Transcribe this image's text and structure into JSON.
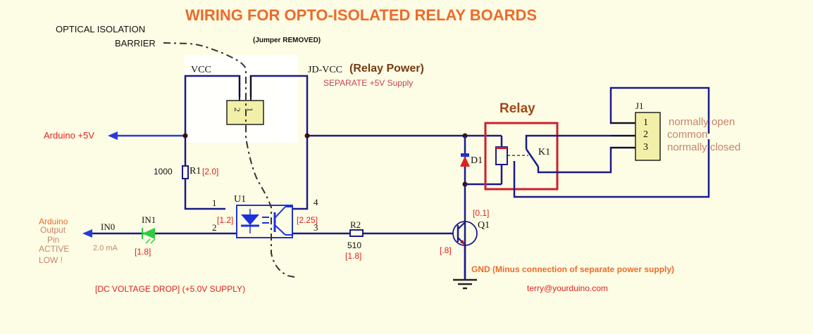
{
  "title": "WIRING FOR OPTO-ISOLATED RELAY BOARDS",
  "barrier": {
    "line1": "OPTICAL  ISOLATION",
    "line2": "BARRIER"
  },
  "jumper": {
    "note": "(Jumper REMOVED)",
    "pin2": "2",
    "pin1": "1"
  },
  "power": {
    "vcc": "VCC",
    "jdvcc": "JD-VCC",
    "relay_power": "(Relay Power)",
    "separate": "SEPARATE +5V Supply",
    "arduino_5v": "Arduino +5V"
  },
  "r1": {
    "value": "1000",
    "ref": "R1",
    "drop": "[2.0]"
  },
  "u1": {
    "ref": "U1",
    "pin1": "1",
    "pin2": "2",
    "pin3": "3",
    "pin4": "4",
    "drop_led": "[1.2]",
    "drop_ce": "[2.25]"
  },
  "input": {
    "arduino": "Arduino",
    "output": "Output",
    "pin": "Pin",
    "active": "ACTIVE",
    "low": "LOW !",
    "net": "IN0",
    "current": "2.0 mA"
  },
  "in1": {
    "ref": "IN1",
    "drop": "[1.8]"
  },
  "r2": {
    "ref": "R2",
    "value": "510",
    "drop": "[1.8]"
  },
  "q1": {
    "ref": "Q1",
    "vce": "[0.1]",
    "vbe": "[.8]"
  },
  "d1": {
    "ref": "D1"
  },
  "relay": {
    "label": "Relay",
    "ref": "K1"
  },
  "j1": {
    "ref": "J1",
    "pins": [
      "1",
      "2",
      "3"
    ],
    "labels": [
      "normally open",
      "common",
      "normally closed"
    ]
  },
  "gnd_note": "GND (Minus connection of separate power supply)",
  "footer_note": "[DC VOLTAGE DROP]  (+5.0V SUPPLY)",
  "email": "terry@yourduino.com",
  "colors": {
    "wire": "#1a1a8c",
    "title": "#ef6a2a",
    "annotation": "#e0201e",
    "relay_box": "#cc2030"
  }
}
